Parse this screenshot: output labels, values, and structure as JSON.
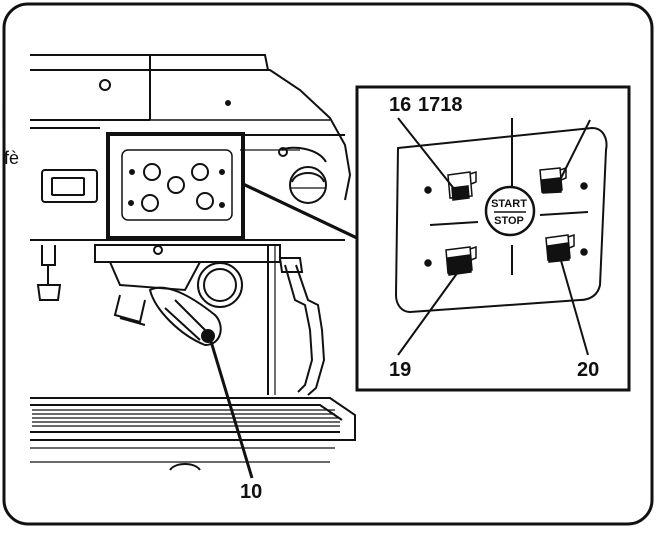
{
  "callouts": {
    "label_16": "16",
    "label_1718": "1718",
    "label_19": "19",
    "label_20": "20",
    "label_10": "10"
  },
  "start_stop": {
    "start": "START",
    "stop": "STOP"
  },
  "fragment": "fè",
  "colors": {
    "ink": "#111111",
    "panel_bg": "#ffffff",
    "gray": "#b0b0b0"
  }
}
